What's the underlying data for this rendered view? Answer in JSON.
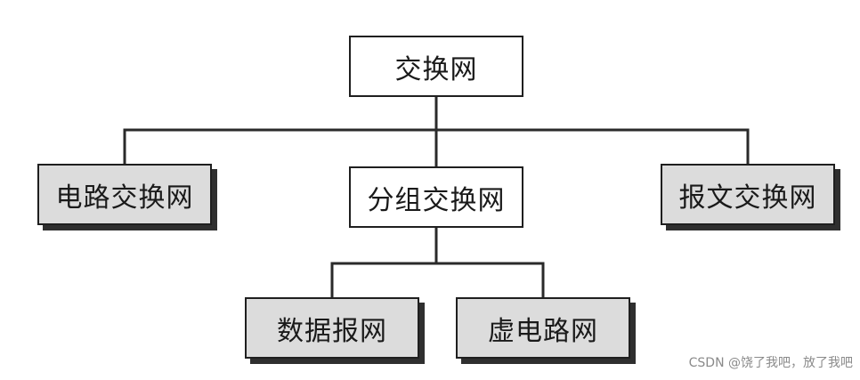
{
  "diagram": {
    "root": {
      "label": "交换网"
    },
    "level1": [
      {
        "id": "circuit",
        "label": "电路交换网"
      },
      {
        "id": "packet",
        "label": "分组交换网"
      },
      {
        "id": "message",
        "label": "报文交换网"
      }
    ],
    "level2": [
      {
        "id": "datagram",
        "label": "数据报网"
      },
      {
        "id": "virtual",
        "label": "虚电路网"
      }
    ]
  },
  "watermark": {
    "text": "CSDN @饶了我吧，放了我吧"
  }
}
